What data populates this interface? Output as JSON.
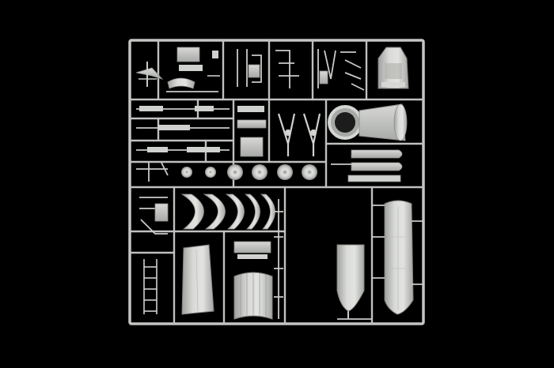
{
  "scene": {
    "subject": "plastic-model-kit-sprue-frame",
    "background_color": "#000000",
    "plastic_color": "#c9cbc8",
    "plastic_shadow_color": "#8e908d",
    "plastic_highlight_color": "#e6e7e4"
  },
  "sprue": {
    "parts": [
      "seat",
      "control-stick",
      "rudder-pedals",
      "cockpit-frame",
      "instrument-panel",
      "landing-gear-struts",
      "wheels",
      "engine-intake",
      "exhaust-nozzle",
      "fuselage-half",
      "wing-panel",
      "ladder",
      "bulkheads",
      "landing-gear-doors",
      "drop-tank"
    ],
    "wheel_count": 6,
    "bulkhead_count": 5
  }
}
